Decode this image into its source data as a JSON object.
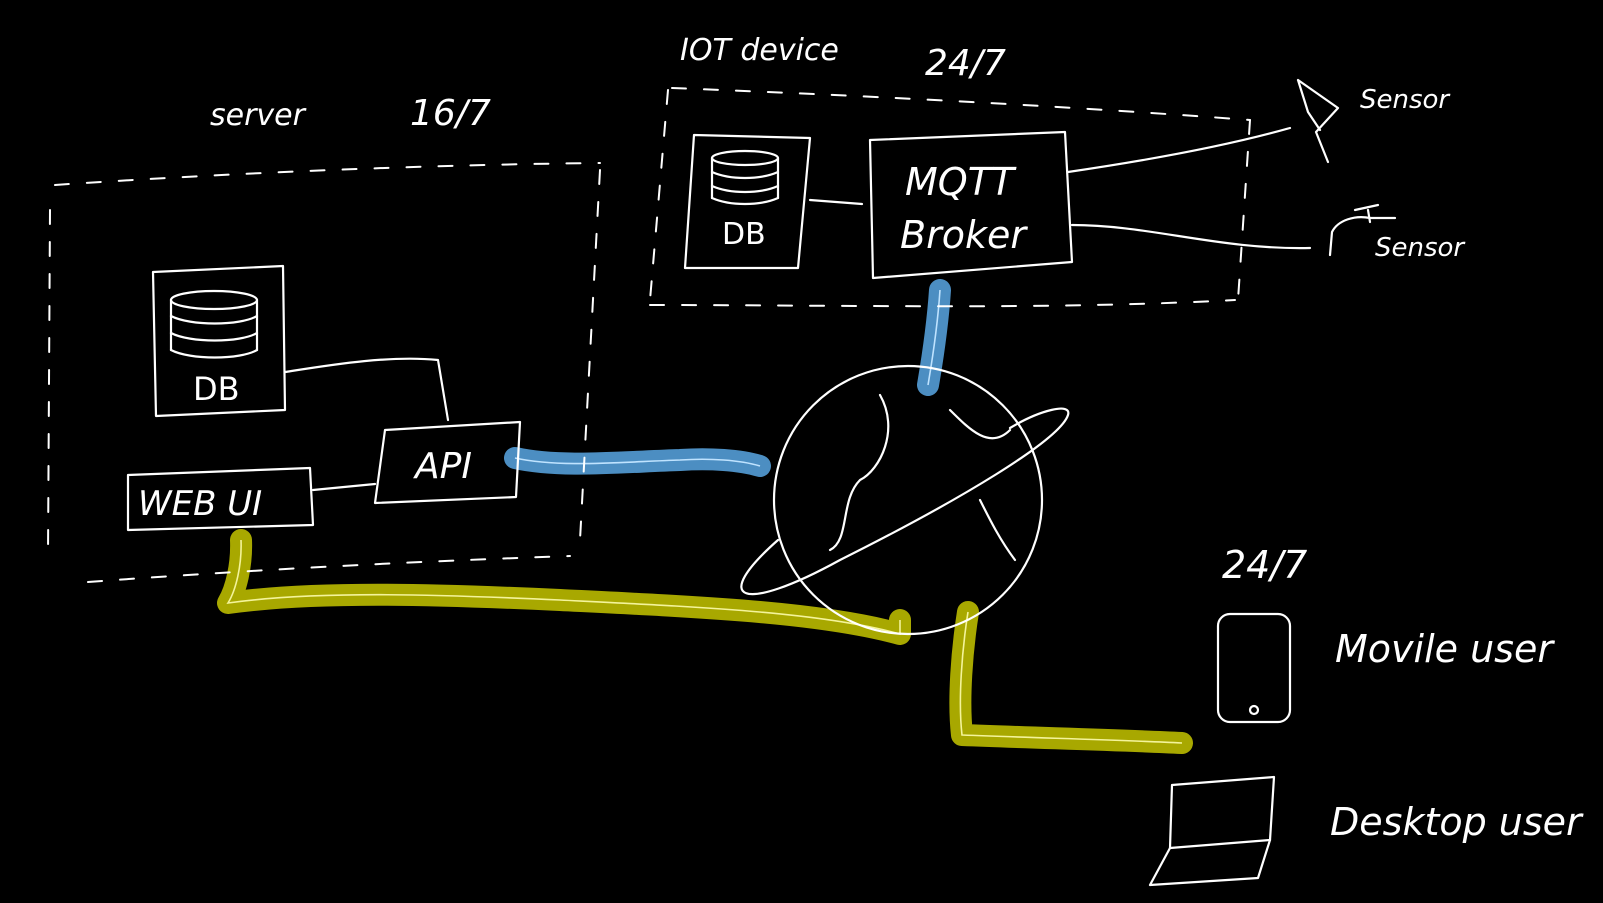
{
  "server": {
    "label": "server",
    "uptime": "16/7"
  },
  "iot": {
    "label": "IOT device",
    "uptime": "24/7"
  },
  "server_db": {
    "label": "DB"
  },
  "iot_db": {
    "label": "DB"
  },
  "api": {
    "label": "API"
  },
  "web_ui": {
    "label": "WEB UI"
  },
  "broker": {
    "line1": "MQTT",
    "line2": "Broker"
  },
  "sensors": [
    {
      "label": "Sensor"
    },
    {
      "label": "Sensor"
    }
  ],
  "clients": {
    "uptime": "24/7",
    "mobile": {
      "label": "Movile user"
    },
    "desktop": {
      "label": "Desktop user"
    }
  },
  "colors": {
    "background": "#000000",
    "ink": "#ffffff",
    "blue_link": "#4c8ec2",
    "yellow_link": "#a8a800"
  }
}
